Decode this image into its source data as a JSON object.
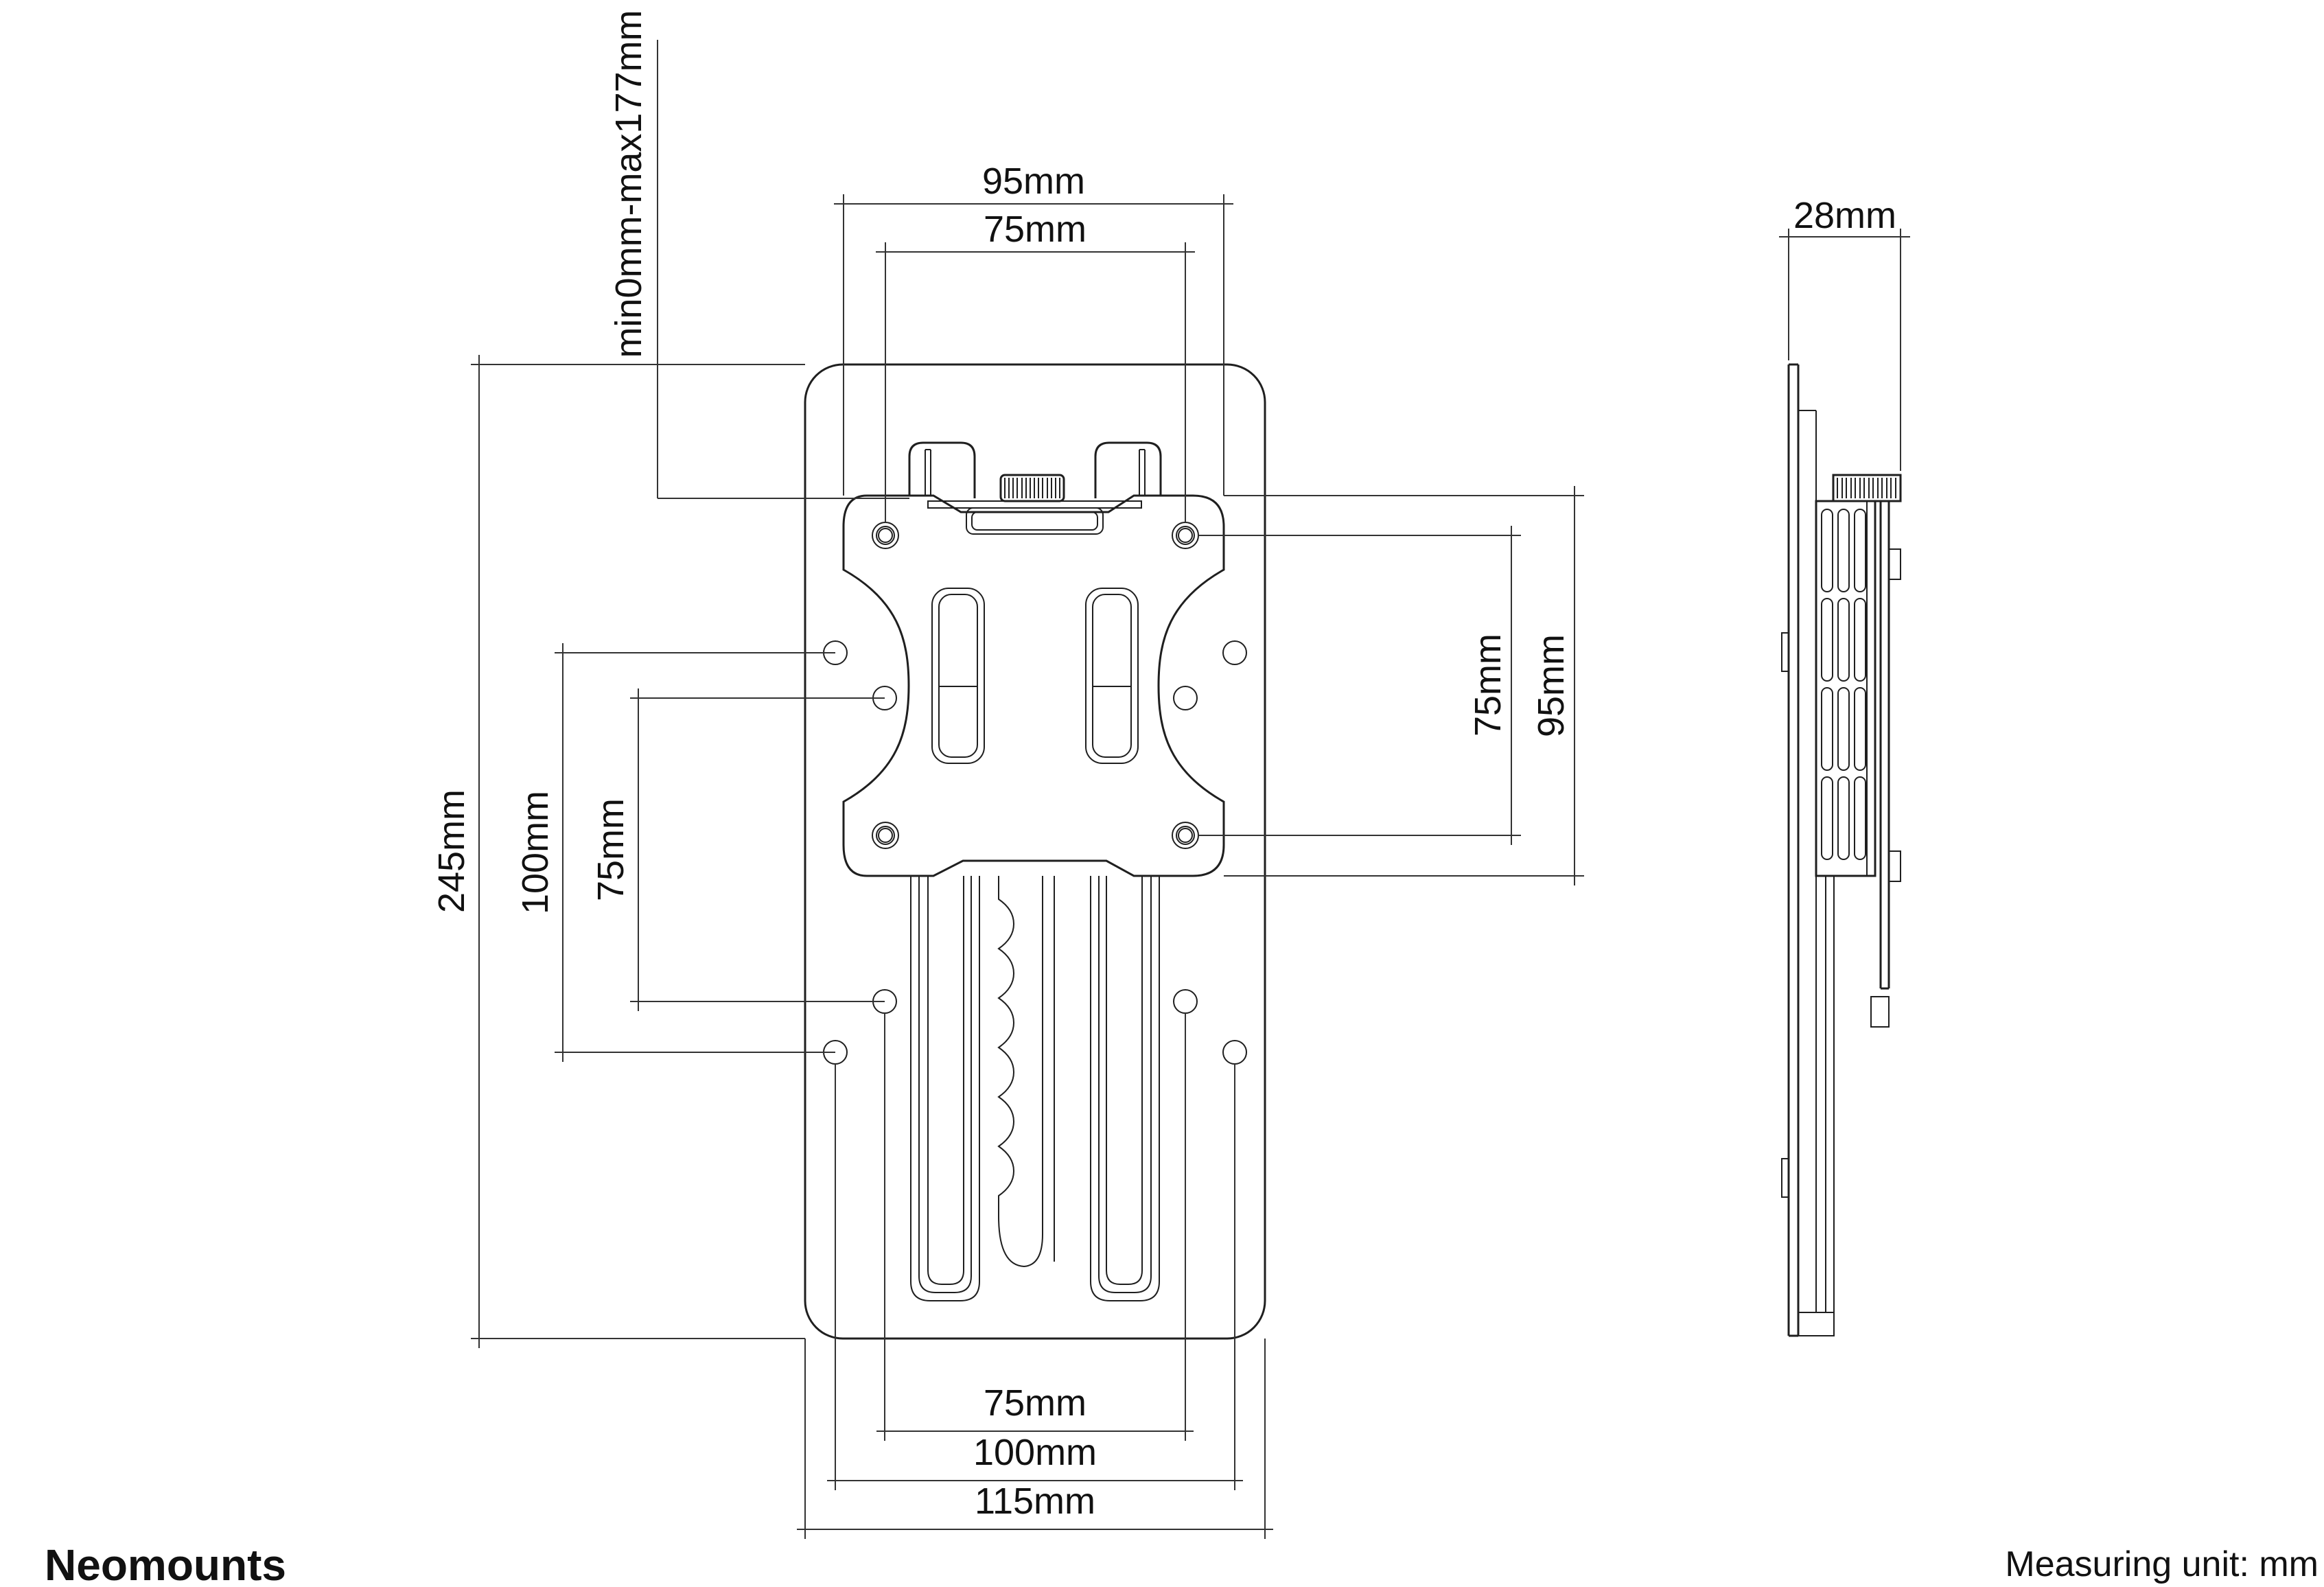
{
  "drawing": {
    "front_view": {
      "top_dims": {
        "outer": "95mm",
        "inner": "75mm"
      },
      "adjustment_range": "min0mm-max177mm",
      "left_dims": {
        "overall": "245mm",
        "outer_holes": "100mm",
        "inner_holes": "75mm"
      },
      "right_dims": {
        "vesa_holes": "75mm",
        "vesa_plate": "95mm"
      },
      "bottom_dims": {
        "inner_holes": "75mm",
        "outer_holes": "100mm",
        "overall": "115mm"
      }
    },
    "side_view": {
      "depth": "28mm"
    },
    "footer": {
      "brand": "Neomounts",
      "note": "Measuring unit: mm"
    },
    "colors": {
      "line": "#1f1f1f",
      "dimension": "#333333",
      "brand": "#8f8f8f",
      "background": "#ffffff"
    }
  }
}
